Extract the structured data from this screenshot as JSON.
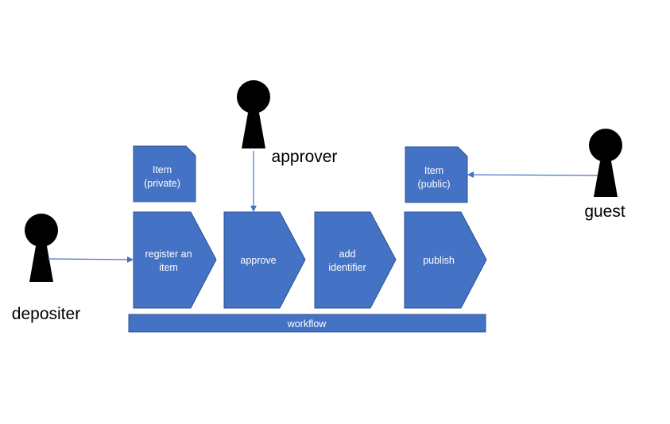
{
  "colors": {
    "shape_fill": "#4472C4",
    "shape_stroke": "#2F528F",
    "arrow": "#4472C4",
    "actor": "#000000",
    "label_text": "#ffffff"
  },
  "actors": {
    "depositer": {
      "label": "depositer"
    },
    "approver": {
      "label": "approver"
    },
    "guest": {
      "label": "guest"
    }
  },
  "items": {
    "private": {
      "line1": "Item",
      "line2": "(private)"
    },
    "public": {
      "line1": "Item",
      "line2": "(public)"
    }
  },
  "steps": {
    "register": {
      "line1": "register an",
      "line2": "item"
    },
    "approve": {
      "line1": "approve"
    },
    "identifier": {
      "line1": "add",
      "line2": "identifier"
    },
    "publish": {
      "line1": "publish"
    }
  },
  "workflow": {
    "label": "workflow"
  }
}
